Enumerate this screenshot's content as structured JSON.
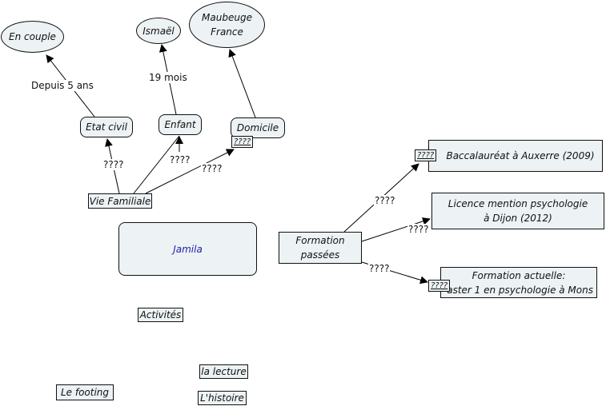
{
  "map": {
    "root": {
      "label": "Jamila",
      "color": "#2222aa"
    },
    "nodes": {
      "en_couple": "En couple",
      "ismael": "Ismaël",
      "maubeuge": [
        "Maubeuge",
        "France"
      ],
      "etat_civil": "Etat civil",
      "enfant": "Enfant",
      "domicile": "Domicile",
      "vie_familiale": "Vie Familiale",
      "formation_passees": [
        "Formation",
        "passées"
      ],
      "bac": "Baccalauréat à Auxerre (2009)",
      "licence": [
        "Licence mention psychologie",
        "à Dijon (2012)"
      ],
      "formation_actuelle": [
        "Formation actuelle:",
        "aster 1 en psychologie à Mons"
      ],
      "activites": "Activités",
      "la_lecture": "la lecture",
      "le_footing": "Le footing",
      "l_histoire": "L'histoire"
    },
    "link_labels": {
      "depuis": "Depuis 5 ans",
      "mois": "19 mois",
      "vf_etat": "????",
      "vf_enfant": "????",
      "vf_domicile": "????",
      "fp_bac": "????",
      "fp_licence": "????",
      "fp_actuelle": "????"
    },
    "tags": {
      "domicile_tag": "????",
      "bac_tag": "????",
      "actuelle_tag": "????"
    }
  }
}
